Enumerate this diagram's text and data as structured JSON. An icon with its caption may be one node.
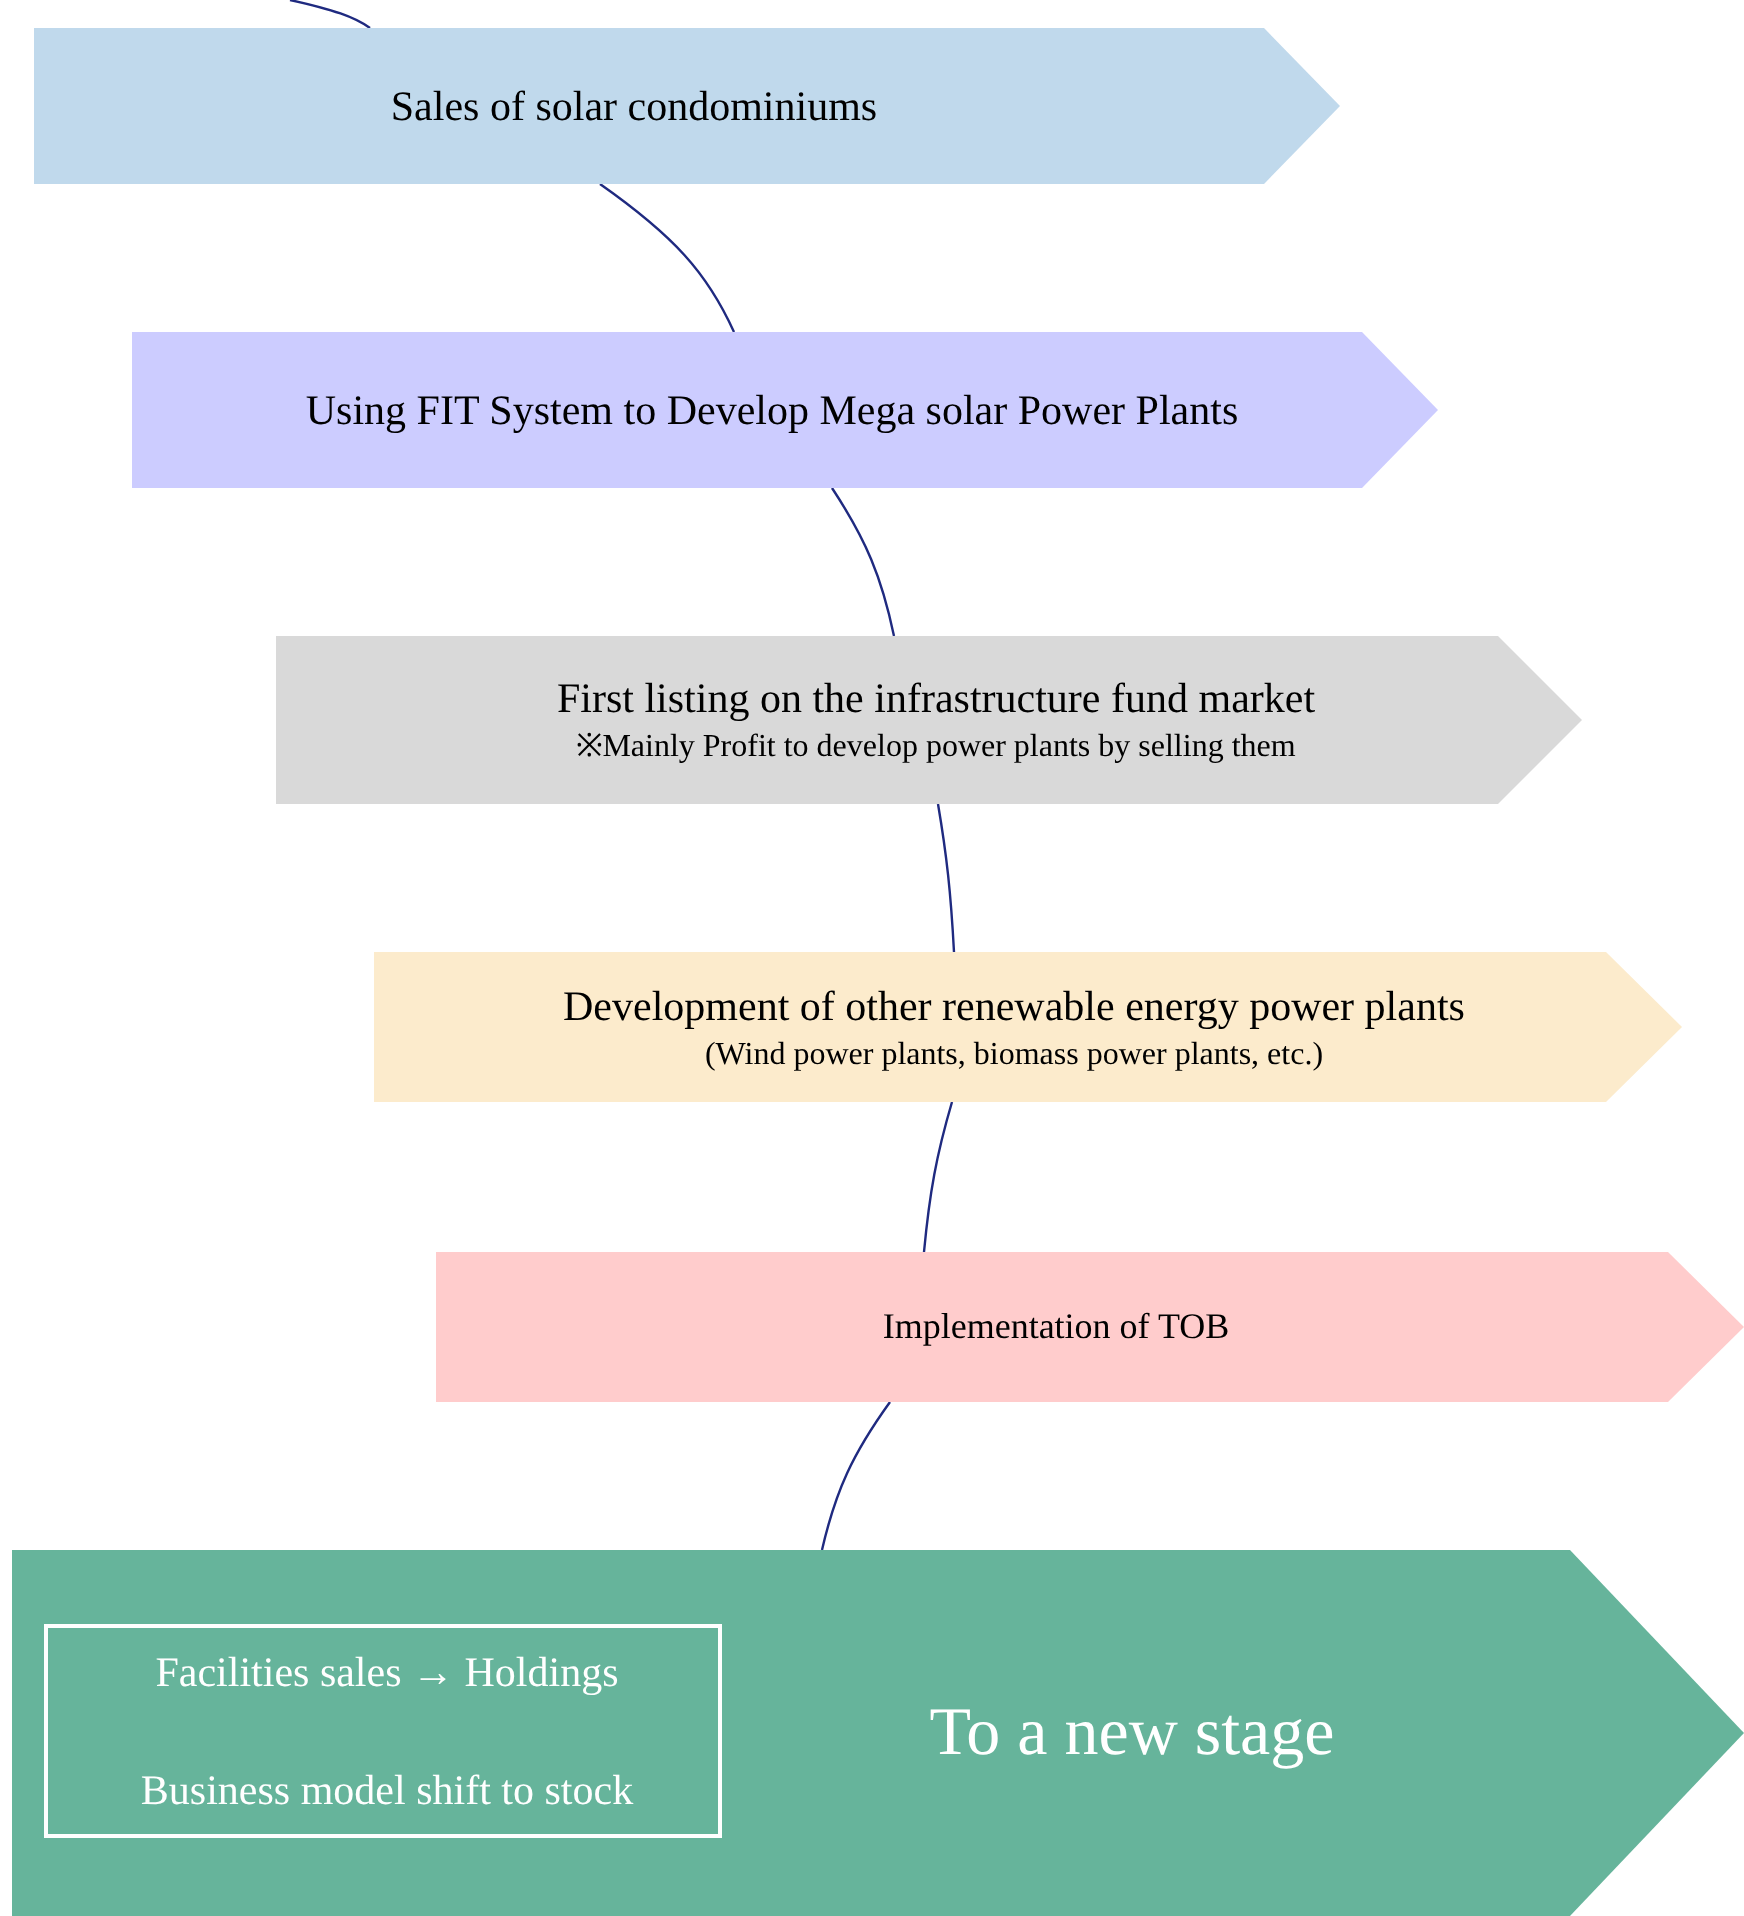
{
  "diagram": {
    "nodes": [
      {
        "text": [
          "Sales of solar condominiums"
        ]
      },
      {
        "text": [
          "Using FIT System to Develop Mega solar Power Plants"
        ]
      },
      {
        "text": [
          "First listing on the infrastructure fund market",
          "※Mainly Profit to develop power plants by selling them"
        ]
      },
      {
        "text": [
          "Development of other renewable energy power plants",
          "(Wind power plants, biomass power plants, etc.)"
        ]
      },
      {
        "text": [
          "Implementation of TOB"
        ]
      },
      {
        "text": [
          "To a new stage"
        ]
      },
      {
        "text": [
          "Facilities sales → Holdings",
          "Business model shift to stock"
        ],
        "in": 5
      }
    ],
    "edges": [
      {
        "from": null,
        "to": 0,
        "arrow": "none"
      },
      {
        "from": 0,
        "to": 1,
        "arrow": "none"
      },
      {
        "from": 1,
        "to": 2,
        "arrow": "none"
      },
      {
        "from": 2,
        "to": 3,
        "arrow": "none"
      },
      {
        "from": 3,
        "to": 4,
        "arrow": "none"
      },
      {
        "from": 4,
        "to": 5,
        "arrow": "none"
      }
    ]
  }
}
